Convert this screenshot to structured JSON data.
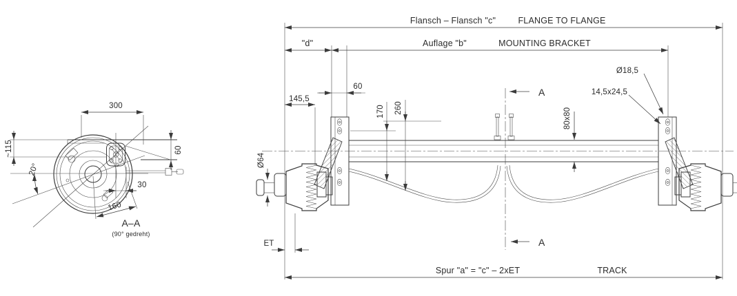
{
  "drawing_type": "trailer-axle-technical-drawing",
  "colors": {
    "line": "#3b3b3b",
    "text": "#2b2b2b",
    "background": "#ffffff"
  },
  "labels": {
    "flange_de": "Flansch – Flansch \"c\"",
    "flange_en": "FLANGE TO FLANGE",
    "d": "\"d\"",
    "auflage_de": "Auflage \"b\"",
    "auflage_en": "MOUNTING BRACKET",
    "dim_145_5": "145,5",
    "bracket_60": "60",
    "dim_170": "170",
    "dim_260": "260",
    "dim_80x80": "80x80",
    "hole_dia": "Ø18,5",
    "slot_dim": "14,5x24,5",
    "phi64": "Ø64",
    "et": "ET",
    "spur": "Spur \"a\" = \"c\" – 2xET",
    "track": "TRACK",
    "section_a": "A",
    "side_300": "300",
    "side_60": "60",
    "side_115": "~115",
    "side_20deg": "20°",
    "side_30": "30",
    "side_160": "160",
    "section_title": "A–A",
    "section_subtitle": "(90° gedreht)"
  }
}
